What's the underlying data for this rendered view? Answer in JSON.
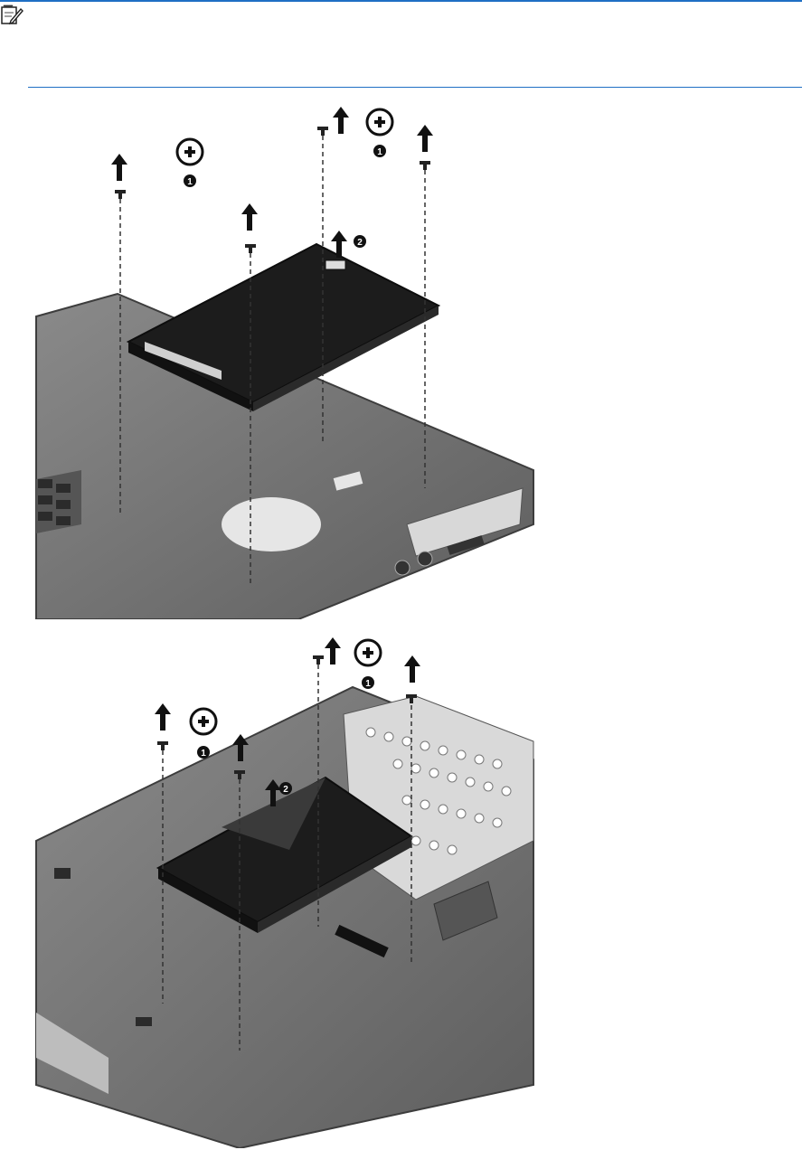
{
  "note": {
    "icon": "note-pad-pencil-icon",
    "text": ""
  },
  "figures": [
    {
      "id": "remove-hard-drive-2-5in",
      "callouts": [
        "1",
        "1",
        "2"
      ],
      "icons": [
        "screw-phillips-icon",
        "arrow-up-icon"
      ]
    },
    {
      "id": "remove-hard-drive-7mm",
      "callouts": [
        "1",
        "1",
        "2"
      ],
      "icons": [
        "screw-phillips-icon",
        "arrow-up-icon"
      ]
    }
  ],
  "colors": {
    "accent_rule": "#1f6fc4",
    "chassis": "#6b6b6b",
    "drive": "#1c1c1c"
  }
}
